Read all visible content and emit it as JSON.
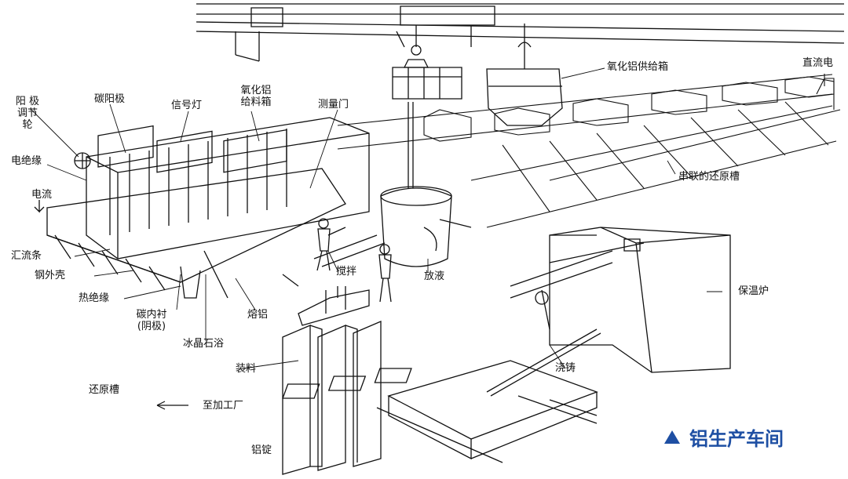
{
  "labels": {
    "anode_wheel_1": "阳 极",
    "anode_wheel_2": "调节轮",
    "carbon_anode": "碳阳极",
    "signal_lamp": "信号灯",
    "alumina_feeder_1": "氧化铝",
    "alumina_feeder_2": "给料箱",
    "measure_door": "测量门",
    "alumina_supply_box": "氧化铝供给箱",
    "dc_power": "直流电",
    "electric_insulation": "电绝缘",
    "current": "电流",
    "series_cells": "串联的还原槽",
    "busbar": "汇流条",
    "steel_shell": "钢外壳",
    "thermal_insulation": "热绝缘",
    "carbon_lining_1": "碳内衬",
    "carbon_lining_2": "(阴极)",
    "cryolite_bath": "冰晶石浴",
    "molten_aluminum": "熔铝",
    "stirring": "搅拌",
    "tapping": "放液",
    "holding_furnace": "保温炉",
    "charging": "装料",
    "reduction_cell": "还原槽",
    "to_plant": "至加工厂",
    "casting": "浇铸",
    "ingot": "铝锭"
  },
  "caption": {
    "title": "铝生产车间",
    "color": "#1e4fa3"
  }
}
